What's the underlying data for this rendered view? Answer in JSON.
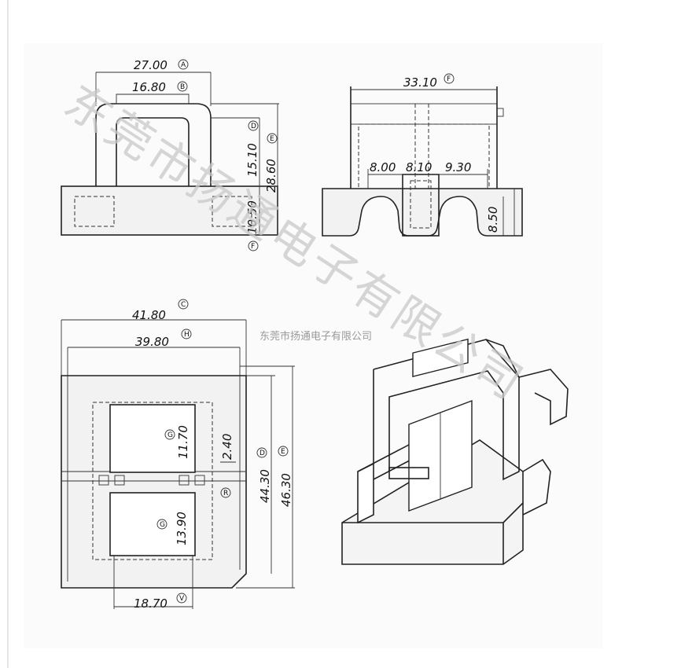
{
  "watermark": {
    "diagonal_text": "东莞市扬通电子有限公司",
    "small_text": "东莞市扬通电子有限公司"
  },
  "front_view": {
    "dims": [
      {
        "value": "27.00",
        "mark": "A"
      },
      {
        "value": "16.80",
        "mark": "B"
      },
      {
        "value": "15.10",
        "mark": "D"
      },
      {
        "value": "28.60",
        "mark": "E"
      },
      {
        "value": "10.50",
        "mark": "F"
      }
    ]
  },
  "side_view": {
    "dims": [
      {
        "value": "33.10",
        "mark": "F"
      },
      {
        "value": "8.00",
        "mark": ""
      },
      {
        "value": "8.10",
        "mark": ""
      },
      {
        "value": "9.30",
        "mark": ""
      },
      {
        "value": "8.50",
        "mark": ""
      }
    ]
  },
  "top_view": {
    "dims": [
      {
        "value": "41.80",
        "mark": "C"
      },
      {
        "value": "39.80",
        "mark": "H"
      },
      {
        "value": "11.70",
        "mark": "G"
      },
      {
        "value": "2.40",
        "mark": ""
      },
      {
        "value": "44.30",
        "mark": "D"
      },
      {
        "value": "46.30",
        "mark": "E"
      },
      {
        "value": "13.90",
        "mark": "G"
      },
      {
        "value": "18.70",
        "mark": "V"
      },
      {
        "value": "",
        "mark": "R"
      }
    ]
  },
  "iso_view": {
    "label": ""
  }
}
